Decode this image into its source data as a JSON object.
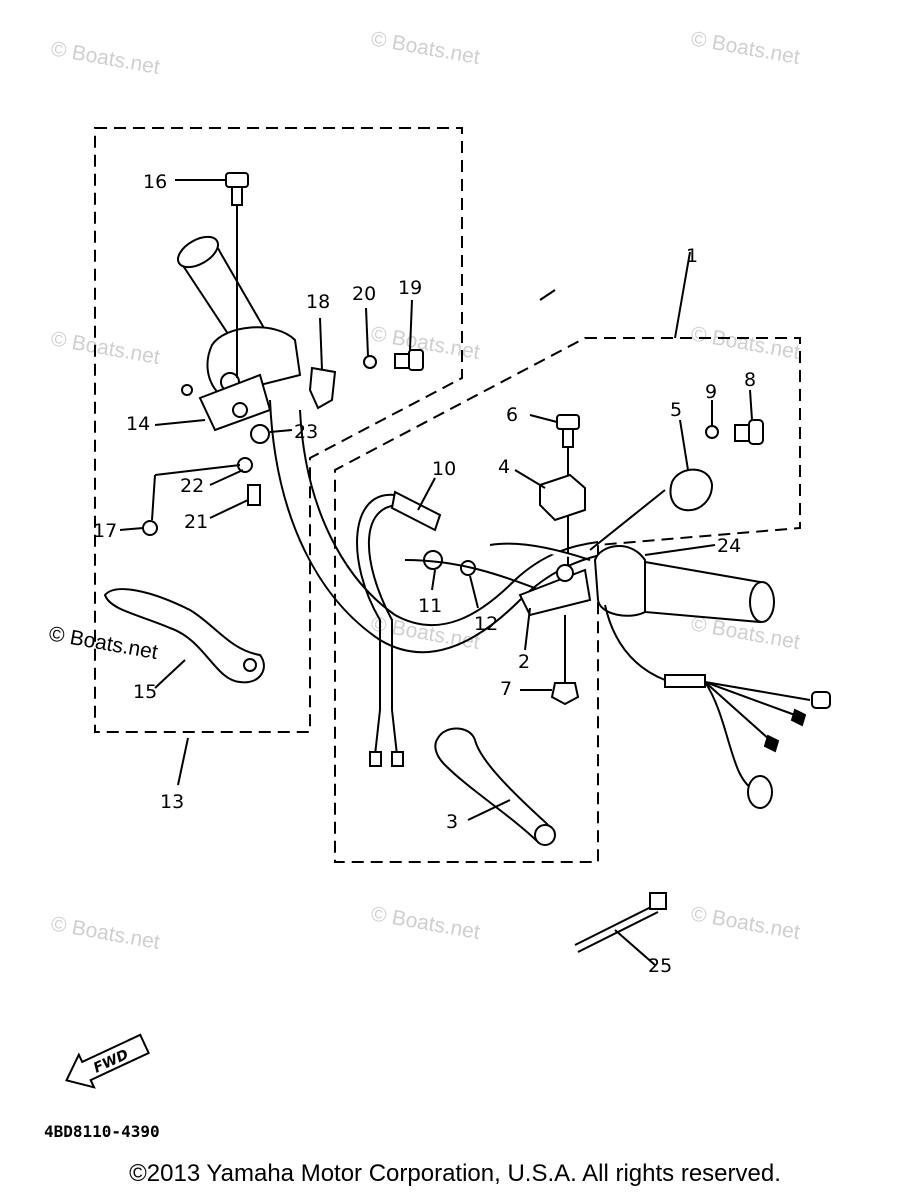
{
  "watermark": "© Boats.net",
  "callouts": [
    "1",
    "2",
    "3",
    "4",
    "5",
    "6",
    "7",
    "8",
    "9",
    "10",
    "11",
    "12",
    "13",
    "14",
    "15",
    "16",
    "17",
    "18",
    "19",
    "20",
    "21",
    "22",
    "23",
    "24",
    "25"
  ],
  "fwd_label": "FWD",
  "part_code": "4BD8110-4390",
  "copyright": "©2013 Yamaha Motor Corporation, U.S.A. All rights reserved."
}
